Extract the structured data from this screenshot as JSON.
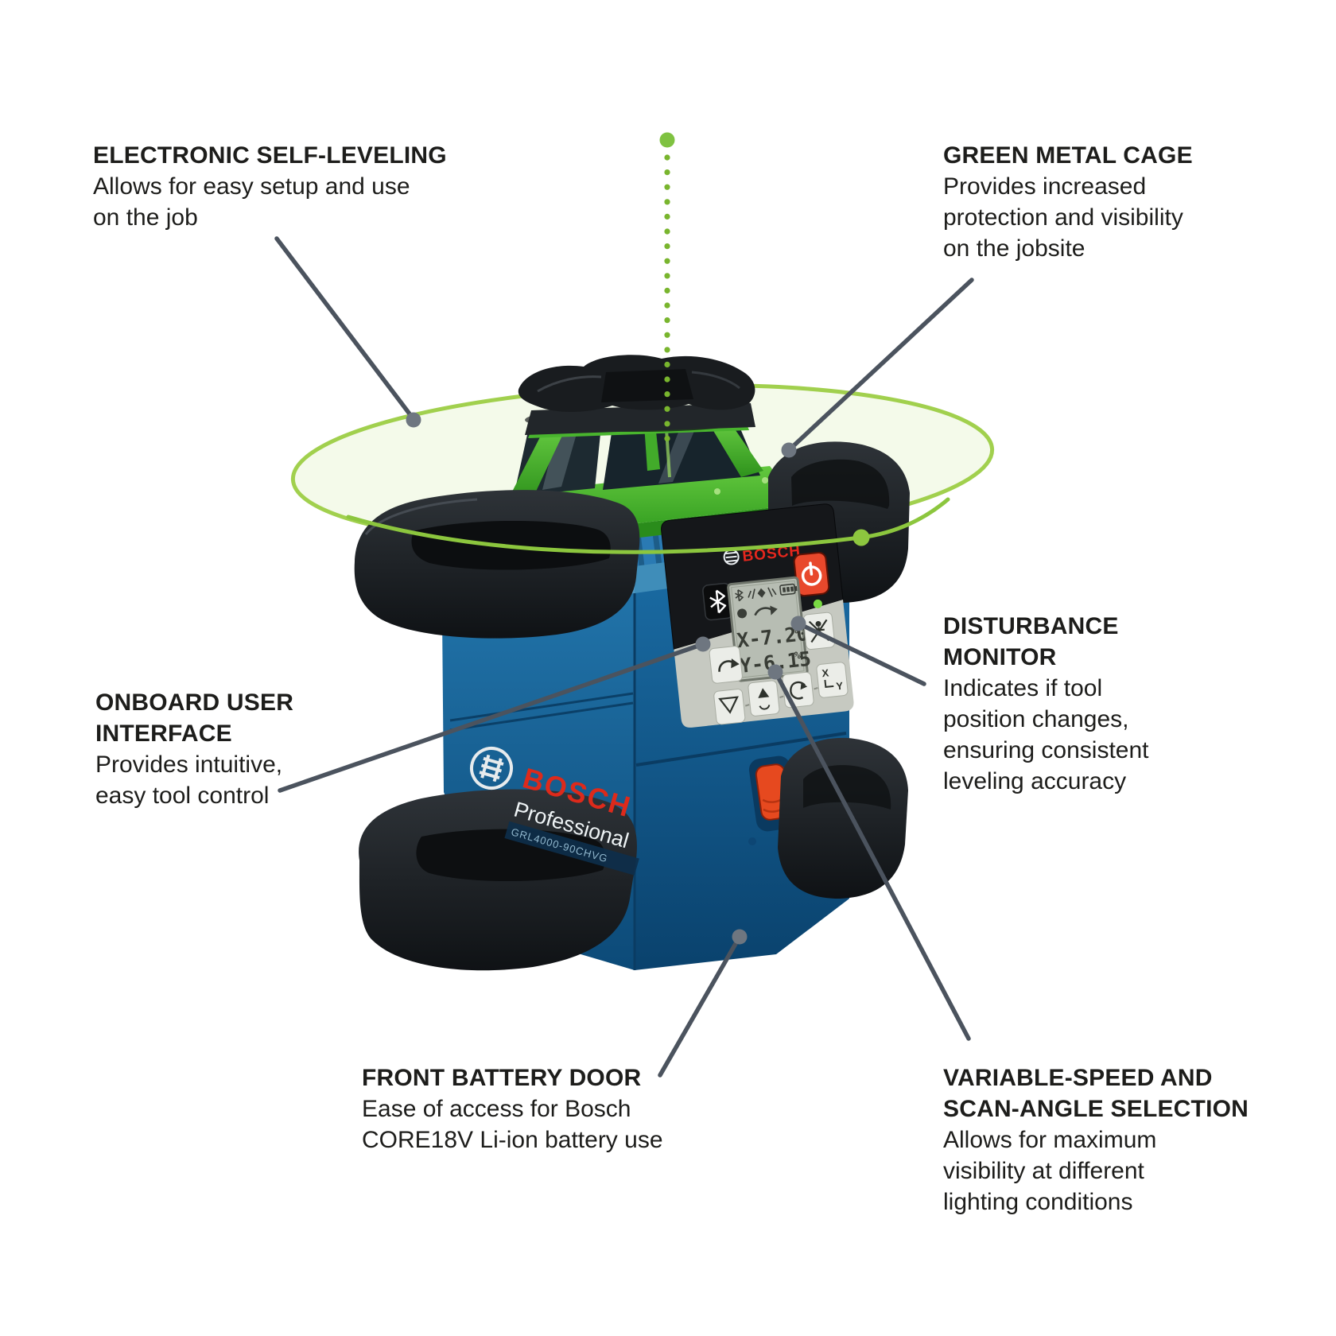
{
  "page": {
    "type": "product-feature-diagram",
    "background": "#ffffff"
  },
  "product": {
    "name": "Bosch rotary laser level",
    "brand": "BOSCH",
    "series": "Professional",
    "model": "GRL4000-90CHVG"
  },
  "panel": {
    "brand": "BOSCH",
    "lcd": {
      "x_readout": "X-7.20",
      "x_unit": "%",
      "y_readout": "Y-6.15",
      "y_unit": "%"
    },
    "keypad_xy": {
      "x": "X",
      "y": "Y"
    },
    "icons": [
      "bosch-anchor-icon",
      "power-icon",
      "bluetooth-icon",
      "bluetooth-small-icon",
      "laser-status-icon",
      "battery-level-icon",
      "record-dot-icon",
      "slope-arrow-icon",
      "disturbance-monitor-button-icon",
      "return-arrow-icon",
      "grade-set-icon",
      "slope-axis-icon",
      "rotation-speed-icon",
      "xy-axis-select-icon"
    ]
  },
  "laser": {
    "plane_color": "#9ccd44",
    "plumb_color": "#7fc241"
  },
  "colors": {
    "body_blue": "#16669f",
    "bumper_black": "#1a1d20",
    "cage_green": "#44b02c",
    "bosch_red": "#dd2a1b",
    "panel_button_red": "#e8482c",
    "latch_red": "#e6491f",
    "led_green": "#79da43",
    "callout_line": "#4b535e",
    "callout_dot": "#6e7680",
    "text": "#1d1d1b"
  },
  "callouts": [
    {
      "id": "electronic-self-leveling",
      "heading": "ELECTRONIC SELF-LEVELING",
      "body": "Allows for easy setup and use on the job",
      "heading_lines": [
        "ELECTRONIC SELF-LEVELING"
      ],
      "body_lines": [
        "Allows for easy setup and use",
        "on the job"
      ]
    },
    {
      "id": "green-metal-cage",
      "heading": "GREEN METAL CAGE",
      "body": "Provides increased protection and visibility on the jobsite",
      "heading_lines": [
        "GREEN METAL CAGE"
      ],
      "body_lines": [
        "Provides increased",
        "protection and visibility",
        "on the jobsite"
      ]
    },
    {
      "id": "onboard-user-interface",
      "heading": "ONBOARD USER INTERFACE",
      "body": "Provides intuitive, easy tool control",
      "heading_lines": [
        "ONBOARD USER",
        "INTERFACE"
      ],
      "body_lines": [
        "Provides intuitive,",
        "easy tool control"
      ]
    },
    {
      "id": "disturbance-monitor",
      "heading": "DISTURBANCE MONITOR",
      "body": "Indicates if tool position changes, ensuring consistent leveling accuracy",
      "heading_lines": [
        "DISTURBANCE",
        "MONITOR"
      ],
      "body_lines": [
        "Indicates if tool",
        "position changes,",
        "ensuring consistent",
        "leveling accuracy"
      ]
    },
    {
      "id": "front-battery-door",
      "heading": "FRONT BATTERY DOOR",
      "body": "Ease of access for Bosch CORE18V Li-ion battery use",
      "heading_lines": [
        "FRONT BATTERY DOOR"
      ],
      "body_lines": [
        "Ease of access for Bosch",
        "CORE18V Li-ion battery use"
      ]
    },
    {
      "id": "variable-speed-scan-angle",
      "heading": "VARIABLE-SPEED AND SCAN-ANGLE SELECTION",
      "body": "Allows for maximum visibility at different lighting conditions",
      "heading_lines": [
        "VARIABLE-SPEED AND",
        "SCAN-ANGLE SELECTION"
      ],
      "body_lines": [
        "Allows for maximum",
        "visibility at different",
        "lighting conditions"
      ]
    }
  ]
}
